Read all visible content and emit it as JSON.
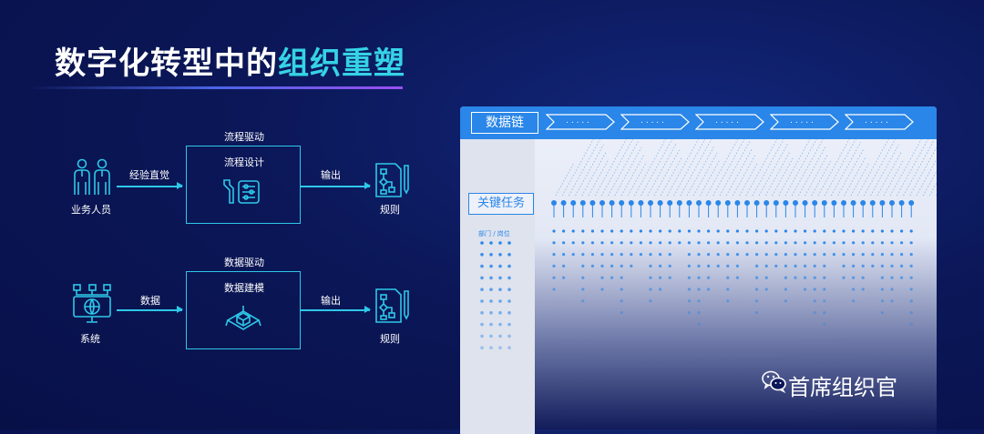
{
  "title": {
    "prefix": "数字化转型中的",
    "highlight": "组织重塑"
  },
  "flow_top": {
    "top_label": "流程驱动",
    "box_label": "流程设计",
    "actor": "业务人员",
    "arrow_in": "经验直觉",
    "arrow_out": "输出",
    "result": "规则"
  },
  "flow_bottom": {
    "top_label": "数据驱动",
    "box_label": "数据建模",
    "actor": "系统",
    "arrow_in": "数据",
    "arrow_out": "输出",
    "result": "规则"
  },
  "panel": {
    "chain_label": "数据链",
    "chevron_text": ". . . . .",
    "task_label": "关键任务",
    "dept_label": "部门 / 岗位"
  },
  "brand": "首席组织官",
  "colors": {
    "accent": "#35d3e6",
    "box_border": "#2ec8e8",
    "panel_blue": "#2a86e8"
  },
  "icons": [
    "people-icon",
    "tools-icon",
    "flowchart-doc-icon",
    "monitor-network-icon",
    "cube-icon",
    "wechat-icon"
  ]
}
